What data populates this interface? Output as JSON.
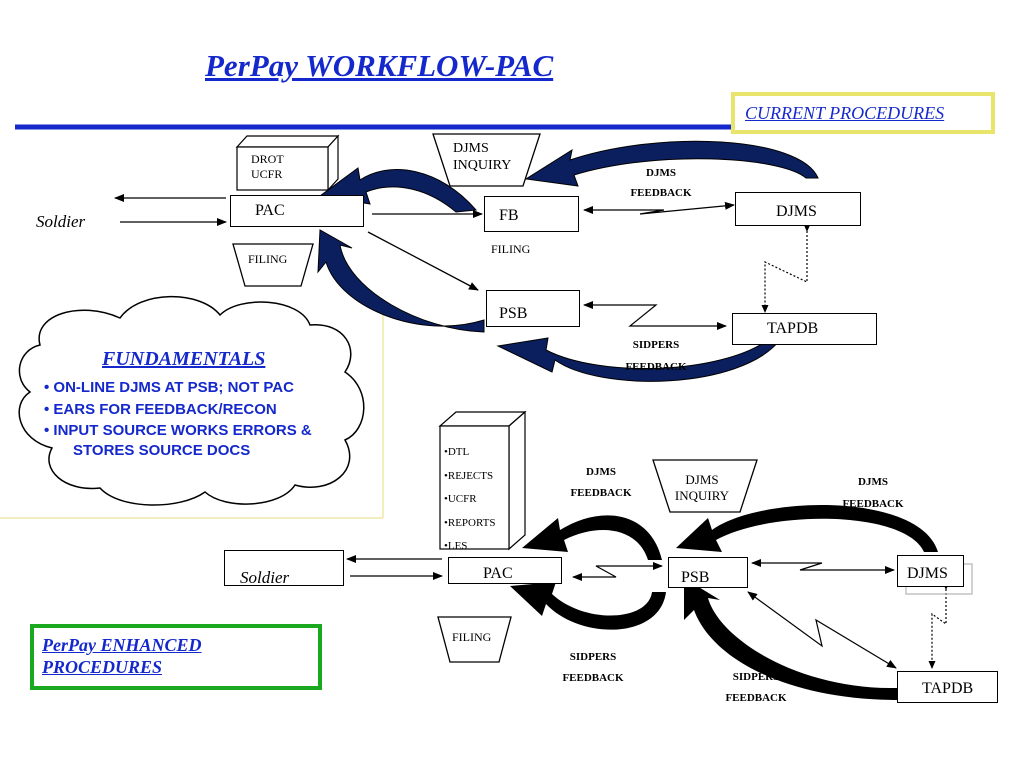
{
  "title": "PerPay WORKFLOW-PAC",
  "current_label": "CURRENT  PROCEDURES",
  "enhanced_label_line1": "PerPay  ENHANCED",
  "enhanced_label_line2": "PROCEDURES",
  "top": {
    "soldier": "Soldier",
    "pac": "PAC",
    "fb": "FB",
    "fb_filing": "FILING",
    "djms": "DJMS",
    "psb": "PSB",
    "tapdb": "TAPDB",
    "drot_line1": "DROT",
    "drot_line2": "UCFR",
    "filing": "FILING",
    "djms_inquiry_line1": "DJMS",
    "djms_inquiry_line2": "INQUIRY",
    "djms_feedback_line1": "DJMS",
    "djms_feedback_line2": "FEEDBACK",
    "sidpers_feedback_line1": "SIDPERS",
    "sidpers_feedback_line2": "FEEDBACK"
  },
  "fundamentals": {
    "title": "FUNDAMENTALS",
    "items": [
      "• ON-LINE DJMS AT PSB; NOT PAC",
      "• EARS FOR FEEDBACK/RECON",
      "• INPUT SOURCE WORKS ERRORS &"
    ],
    "item3_cont": "STORES SOURCE DOCS"
  },
  "bottom": {
    "soldier": "Soldier",
    "pac": "PAC",
    "psb": "PSB",
    "djms": "DJMS",
    "tapdb": "TAPDB",
    "filing": "FILING",
    "djms_inquiry_line1": "DJMS",
    "djms_inquiry_line2": "INQUIRY",
    "cabinet_items": [
      "•DTL",
      "•REJECTS",
      "•UCFR",
      "•REPORTS",
      "•LES"
    ],
    "djms_feedback_left_line1": "DJMS",
    "djms_feedback_left_line2": "FEEDBACK",
    "djms_feedback_right_line1": "DJMS",
    "djms_feedback_right_line2": "FEEDBACK",
    "sidpers_feedback_left_line1": "SIDPERS",
    "sidpers_feedback_left_line2": "FEEDBACK",
    "sidpers_feedback_right_line1": "SIDPERS",
    "sidpers_feedback_right_line2": "FEEDBACK"
  },
  "colors": {
    "title_blue": "#1428cc",
    "current_border": "#e9e46a",
    "enhanced_border": "#19a81e",
    "top_arrow_fill": "#0b1f5e",
    "bottom_arrow_fill": "#000000"
  }
}
